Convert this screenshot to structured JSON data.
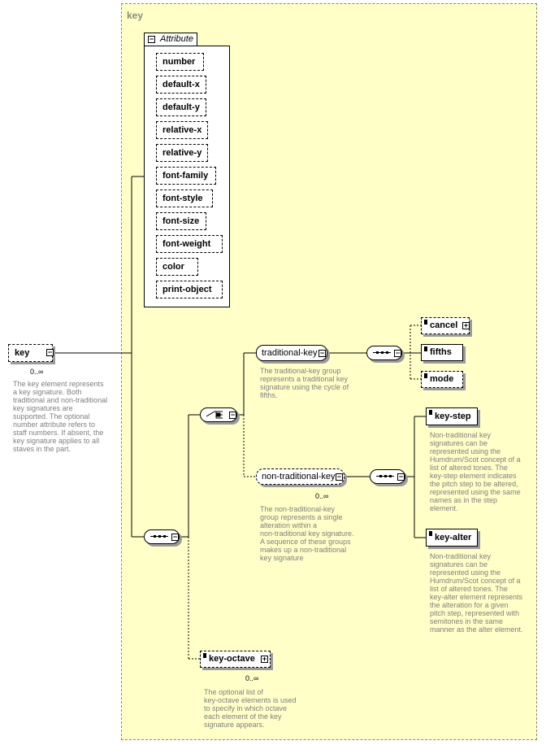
{
  "diagram": {
    "panel_title": "key",
    "root": {
      "label": "key",
      "cardinality": "0..∞",
      "description": [
        "The key element represents",
        "a key signature. Both",
        "traditional and non-traditional",
        "key signatures are",
        "supported. The optional",
        "number attribute refers to",
        "staff numbers. If absent, the",
        "key signature applies to all",
        "staves in the part."
      ]
    },
    "attributes": {
      "title": "Attribute",
      "items": [
        "number",
        "default-x",
        "default-y",
        "relative-x",
        "relative-y",
        "font-family",
        "font-style",
        "font-size",
        "font-weight",
        "color",
        "print-object"
      ]
    },
    "traditional_key": {
      "label": "traditional-key",
      "description": [
        "The traditional-key group",
        "represents a traditional key",
        "signature using the cycle of",
        "fifths."
      ],
      "children": [
        "cancel",
        "fifths",
        "mode"
      ]
    },
    "non_traditional_key": {
      "label": "non-traditional-key",
      "cardinality": "0..∞",
      "description": [
        "The non-traditional-key",
        "group represents a single",
        "alteration within a",
        "non-traditional key signature.",
        "A sequence of these groups",
        "makes up a non-traditional",
        "key signature"
      ]
    },
    "key_step": {
      "label": "key-step",
      "description": [
        "Non-traditional key",
        "signatures can be",
        "represented using the",
        "Humdrum/Scot concept of a",
        "list of altered tones. The",
        "key-step element indicates",
        "the pitch step to be altered,",
        "represented using the same",
        "names as in the step",
        "element."
      ]
    },
    "key_alter": {
      "label": "key-alter",
      "description": [
        "Non-traditional key",
        "signatures can be",
        "represented using the",
        "Humdrum/Scot concept of a",
        "list of altered tones. The",
        "key-alter element represents",
        "the alteration for a given",
        "pitch step, represented with",
        "semitones in the same",
        "manner as the alter element."
      ]
    },
    "key_octave": {
      "label": "key-octave",
      "cardinality": "0..∞",
      "description": [
        "The optional list of",
        "key-octave elements is used",
        "to specify in which octave",
        "each element of the key",
        "signature appears."
      ]
    }
  }
}
